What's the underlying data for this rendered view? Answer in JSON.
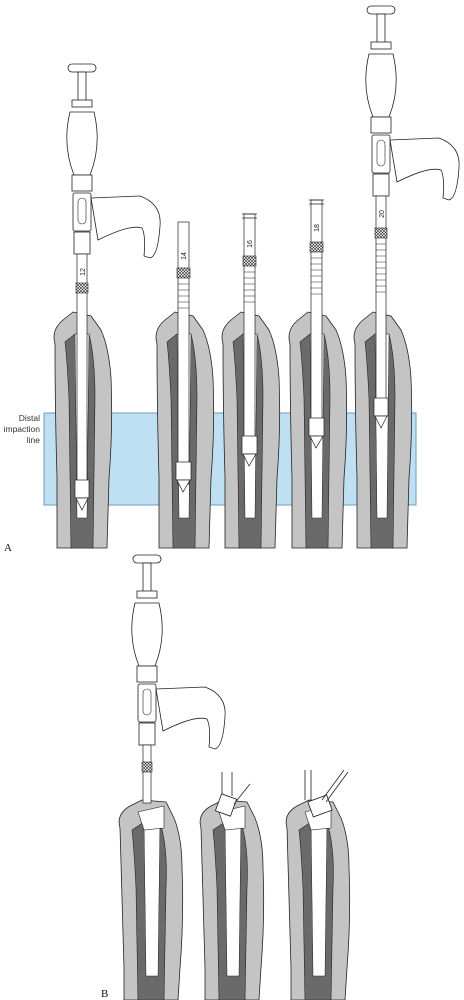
{
  "figure": {
    "panel_a_label": "A",
    "panel_b_label": "B",
    "zone_label_line1": "Distal",
    "zone_label_line2": "impaction",
    "zone_label_line3": "line",
    "reamer_sizes": [
      "12",
      "14",
      "16",
      "18",
      "20"
    ]
  },
  "colors": {
    "zone_fill": "#bfe0f3",
    "zone_stroke": "#6a9dbf",
    "cortex": "#c4c4c4",
    "canal": "#6a6a6a",
    "outline": "#222222"
  }
}
